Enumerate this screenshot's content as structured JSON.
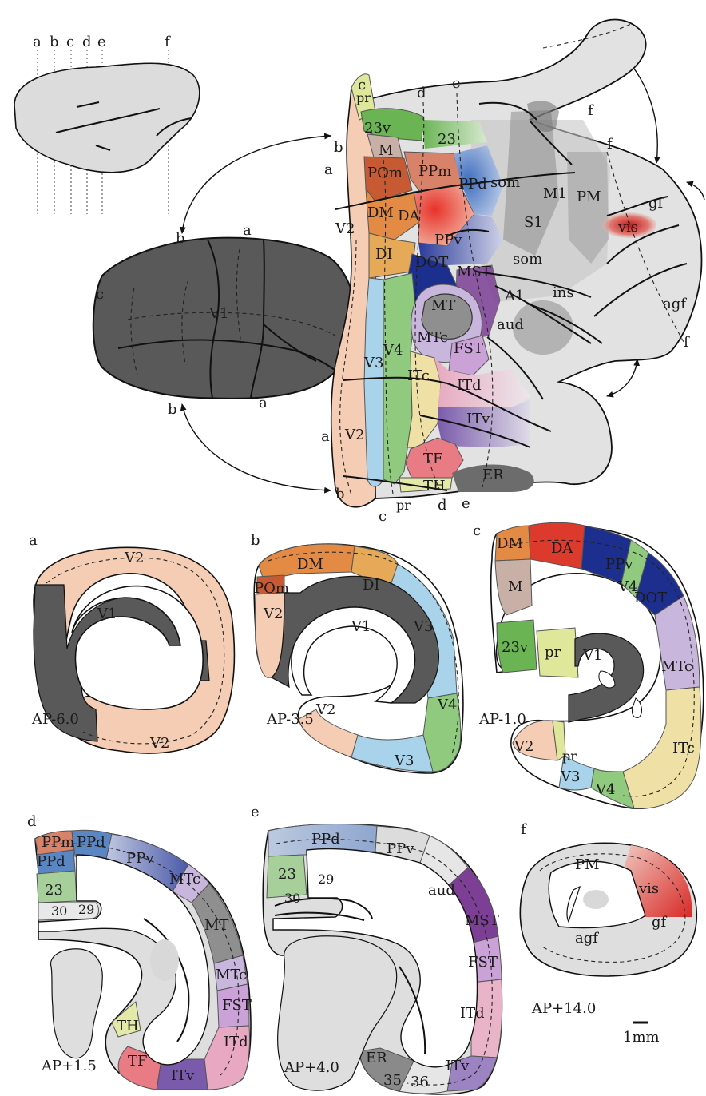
{
  "colors": {
    "V1": "#5a5a5a",
    "V2": "#f5cdb4",
    "V3": "#a9d3ea",
    "V4": "#8fca7e",
    "DM": "#e38a45",
    "DA": "#db3a2d",
    "DI": "#e6a957",
    "POm": "#c75a32",
    "PPm": "#d8826a",
    "PPd": "#5b86c4",
    "PPv": "#2a3a97",
    "DOT": "#1c2f8e",
    "MT": "#8f8f8f",
    "MTc": "#c9b6dd",
    "MST": "#7d3f95",
    "FST": "#caa2d8",
    "ITc": "#efe0a6",
    "ITd": "#e9b3c8",
    "ITv": "#8b6bb2",
    "TF": "#e97b84",
    "TH": "#e4e9a8",
    "ER": "#6c6c6c",
    "M": "#c9b0a7",
    "pr": "#dfe79a",
    "23v": "#6ab454",
    "23": "#a7cf9a",
    "vis": "#d4282a",
    "grey": "#dedede"
  },
  "small_brain": {
    "section_letters": [
      "a",
      "b",
      "c",
      "d",
      "e",
      "f"
    ]
  },
  "v1_flat": {
    "area_label": "V1",
    "corner_letters": {
      "top_left": "b",
      "top_right": "a",
      "left": "c",
      "bottom_left": "b",
      "bottom_right": "a"
    }
  },
  "flatmap": {
    "areas": {
      "pr": "pr",
      "23v": "23v",
      "23": "23",
      "M": "M",
      "POm": "POm",
      "PPm": "PPm",
      "PPd": "PPd",
      "som_top": "som",
      "M1": "M1",
      "PM": "PM",
      "gf": "gf",
      "vis": "vis",
      "S1": "S1",
      "DM": "DM",
      "DA": "DA",
      "V2_upper": "V2",
      "PPv": "PPv",
      "DI": "DI",
      "DOT": "DOT",
      "MST": "MST",
      "som_low": "som",
      "ins": "ins",
      "A1": "A1",
      "MT": "MT",
      "aud": "aud",
      "agf": "agf",
      "MTc": "MTc",
      "FST": "FST",
      "V4": "V4",
      "V3": "V3",
      "ITc": "ITc",
      "ITd": "ITd",
      "ITv": "ITv",
      "V2_lower": "V2",
      "TF": "TF",
      "TH": "TH",
      "ER": "ER",
      "pr_bottom": "pr"
    },
    "cut_letters": {
      "c_top": "c",
      "d_top": "d",
      "e_top": "e",
      "f_top": "f",
      "b_upper": "b",
      "a_upper": "a",
      "f_mid": "f",
      "f_right": "f",
      "a_lower": "a",
      "b_lower": "b",
      "c_bottom": "c",
      "d_bottom": "d",
      "e_bottom": "e"
    }
  },
  "sections": {
    "a": {
      "letter": "a",
      "ap": "AP-6.0",
      "labels": {
        "V2_top": "V2",
        "V1": "V1",
        "V2_bottom": "V2"
      }
    },
    "b": {
      "letter": "b",
      "ap": "AP-3.5",
      "labels": {
        "DM": "DM",
        "DI": "DI",
        "POm": "POm",
        "V2_top": "V2",
        "V1": "V1",
        "V3_top": "V3",
        "V2_bottom": "V2",
        "V4": "V4",
        "V3_bottom": "V3"
      }
    },
    "c": {
      "letter": "c",
      "ap": "AP-1.0",
      "labels": {
        "DM": "DM",
        "DA": "DA",
        "PPv": "PPv",
        "V4_top": "V4",
        "DOT": "DOT",
        "M": "M",
        "23v": "23v",
        "pr": "pr",
        "V1": "V1",
        "MTc": "MTc",
        "V2": "V2",
        "pr_small": "pr",
        "V3": "V3",
        "V4_bottom": "V4",
        "ITc": "ITc"
      }
    },
    "d": {
      "letter": "d",
      "ap": "AP+1.5",
      "labels": {
        "PPm": "PPm",
        "PPd_a": "PPd",
        "PPd_b": "PPd",
        "PPv": "PPv",
        "MTc_a": "MTc",
        "23": "23",
        "30": "30",
        "29": "29",
        "MT": "MT",
        "MTc_b": "MTc",
        "FST": "FST",
        "ITd": "ITd",
        "TH": "TH",
        "TF": "TF",
        "ITv": "ITv"
      }
    },
    "e": {
      "letter": "e",
      "ap": "AP+4.0",
      "labels": {
        "PPd": "PPd",
        "PPv": "PPv",
        "23": "23",
        "29": "29",
        "30": "30",
        "aud": "aud",
        "MST": "MST",
        "FST": "FST",
        "ITd": "ITd",
        "ER": "ER",
        "35": "35",
        "36": "36",
        "ITv": "ITv"
      }
    },
    "f": {
      "letter": "f",
      "ap": "AP+14.0",
      "labels": {
        "PM": "PM",
        "vis": "vis",
        "gf": "gf",
        "agf": "agf"
      }
    }
  },
  "scale_bar": {
    "label": "1mm"
  }
}
